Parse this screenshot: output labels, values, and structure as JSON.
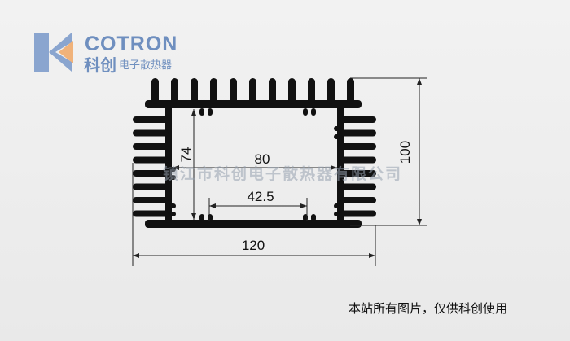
{
  "logo": {
    "brand_en": "COTRON",
    "brand_cn": "科创",
    "brand_sub": "电子散热器",
    "colors": {
      "blue": "#6f8fbf",
      "orange": "#f0b27a"
    }
  },
  "dimensions": {
    "height_total": "100",
    "width_total": "120",
    "inner_height": "74",
    "inner_width": "80",
    "slot_spacing": "42.5"
  },
  "watermark": "镇江市科创电子散热器有限公司",
  "caption": "本站所有图片，仅供科创使用"
}
